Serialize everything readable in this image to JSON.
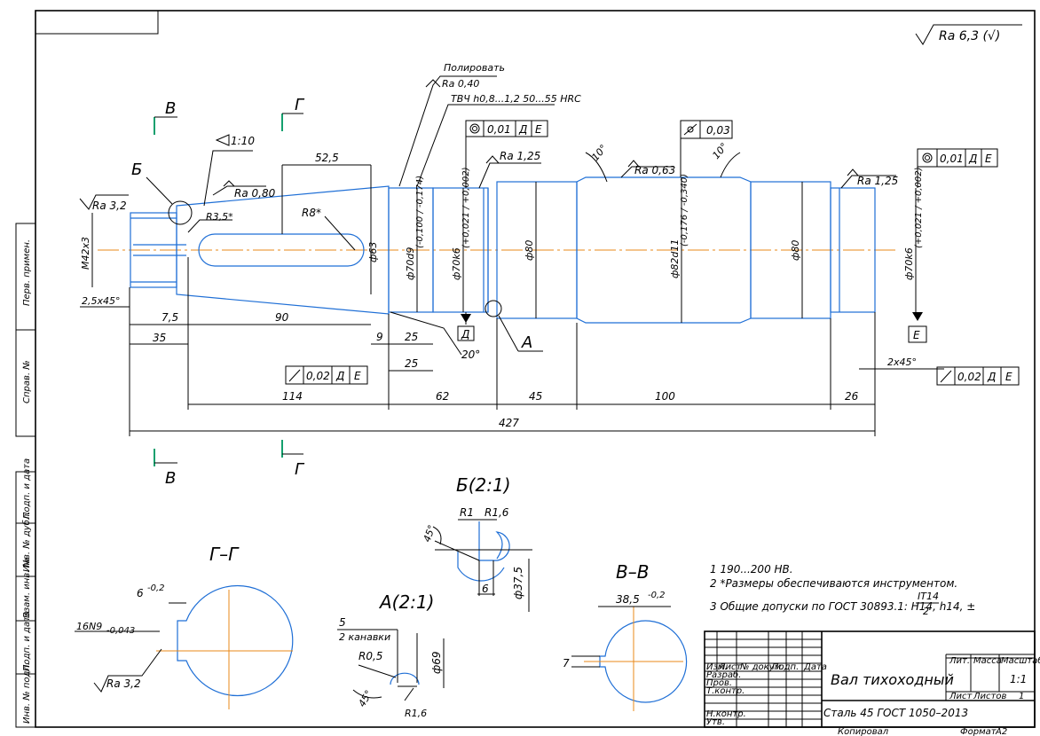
{
  "roughness": {
    "general": "Ra 6,3 (√)",
    "polish_note": "Полировать",
    "polish": "Ra 0,40",
    "hardening": "ТВЧ h0,8...1,2 50...55 HRC",
    "ra125_left": "Ra 1,25",
    "ra063": "Ra 0,63",
    "ra125_right": "Ra 1,25",
    "ra080": "Ra 0,80",
    "ra32": "Ra 3,2",
    "ra32_gg": "Ra 3,2"
  },
  "tolerances": {
    "coax_left": [
      "0,01",
      "Д",
      "Е"
    ],
    "perp": [
      "0,03"
    ],
    "coax_right": [
      "0,01",
      "Д",
      "Е"
    ],
    "runout_left": [
      "0,02",
      "Д",
      "Е"
    ],
    "runout_right": [
      "0,02",
      "Д",
      "Е"
    ]
  },
  "section_marks": {
    "v_top": "В",
    "g_top": "Г",
    "v_bot": "В",
    "g_bot": "Г",
    "b_detail": "Б",
    "a_detail": "А",
    "d_datum": "Д",
    "e_datum": "Е"
  },
  "dims": {
    "taper": "1:10",
    "d525": "52,5",
    "r8": "R8*",
    "r35": "R3,5*",
    "m42": "M42x3",
    "c25x45": "2,5x45°",
    "d75": "7,5",
    "d90": "90",
    "d35": "35",
    "d9": "9",
    "d25a": "25",
    "d25b": "25",
    "a20": "20°",
    "d114": "114",
    "d62": "62",
    "d45": "45",
    "d100": "100",
    "d26": "26",
    "d427": "427",
    "c2x45": "2x45°",
    "a10l": "10°",
    "a10r": "10°",
    "phi63": "ф63",
    "phi70d9": "ф70d9",
    "phi70d9_tol": "(-0,100 / -0,174)",
    "phi70k6a": "ф70k6",
    "phi70k6a_tol": "(+0,021 / +0,002)",
    "phi80a": "ф80",
    "phi82": "ф82d11",
    "phi82_tol": "(-0,176 / -0,340)",
    "phi80b": "ф80",
    "phi70k6b": "ф70k6",
    "phi70k6b_tol": "(+0,021 / +0,002)"
  },
  "views": {
    "gg_title": "Г–Г",
    "gg_6": "6",
    "gg_6_tol": "-0,2",
    "gg_16n9": "16N9",
    "gg_16n9_tol": "-0,043",
    "a_title": "А(2:1)",
    "a_5": "5",
    "a_kanavki": "2 канавки",
    "a_r05": "R0,5",
    "a_phi69": "ф69",
    "a_45": "45°",
    "a_r16": "R1,6",
    "b_title": "Б(2:1)",
    "b_r1": "R1",
    "b_r16": "R1,6",
    "b_45": "45°",
    "b_6": "6",
    "b_phi375": "ф37,5",
    "vv_title": "В–В",
    "vv_385": "38,5",
    "vv_385_tol": "-0,2",
    "vv_7": "7"
  },
  "notes": [
    "1  190...200 НВ.",
    "2  *Размеры обеспечиваются инструментом.",
    "3  Общие допуски по ГОСТ 30893.1: H14, h14, ±"
  ],
  "note_fraction": {
    "num": "IT14",
    "den": "2"
  },
  "side_labels": [
    "Перв. примен.",
    "Справ. №",
    "Подп. и дата",
    "Инв. № дубл.",
    "Взам. инв. №",
    "Подп. и дата",
    "Инв. № подл."
  ],
  "title_block": {
    "title": "Вал тихоходный",
    "material": "Сталь 45 ГОСТ 1050–2013",
    "lit": "Лит.",
    "massa": "Масса",
    "masshtab": "Масштаб",
    "scale": "1:1",
    "list": "Лист",
    "listov": "Листов",
    "listov_val": "1",
    "rows": [
      "Изм.",
      "Лист",
      "№ докум.",
      "Подп.",
      "Дата"
    ],
    "people": [
      "Разраб.",
      "Пров.",
      "Т.контр.",
      "",
      "Н.контр.",
      "Утв."
    ],
    "kopiroval": "Копировал",
    "format": "Формат",
    "format_val": "A2"
  }
}
